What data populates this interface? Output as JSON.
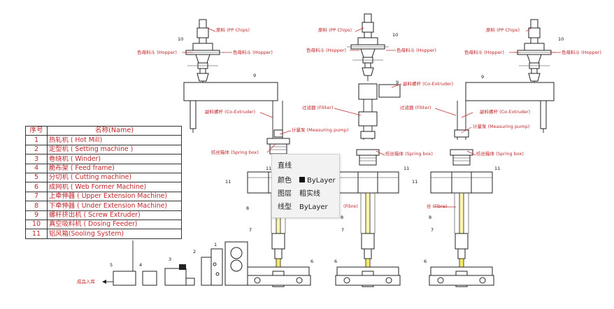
{
  "labels": {
    "pp_chips": "原料 (PP Chips)",
    "hopper_left": "色母料斗 (Hopper)",
    "hopper_right": "色母料斗 (Hopper)",
    "co_extruder": "副料螺杆 (Co-Extruder)",
    "filter": "过滤器 (Filiter)",
    "measuring_pump": "计量泵 (Measuring pump)",
    "spring_box": "纺丝箱体 (Spring box)",
    "fibre": "丝 (Fibre)",
    "fibre_partial": "(Fibre)",
    "product": "成品入库"
  },
  "callouts": {
    "n1": "1",
    "n2": "2",
    "n3": "3",
    "n4": "4",
    "n5": "5",
    "n6": "6",
    "n7": "7",
    "n8": "8",
    "n9": "9",
    "n10": "10",
    "n11": "11"
  },
  "table": {
    "header_no": "序号",
    "header_name": "名称(Name)",
    "rows": [
      {
        "no": "1",
        "name": "热轧机 ( Hot Mill)"
      },
      {
        "no": "2",
        "name": "定型机 ( Setting machine )"
      },
      {
        "no": "3",
        "name": "卷绕机 ( Winder)"
      },
      {
        "no": "4",
        "name": "脆布架 ( Feed frame)"
      },
      {
        "no": "5",
        "name": "分切机 ( Cutting machine)"
      },
      {
        "no": "6",
        "name": "成网机 ( Web Former Machine)"
      },
      {
        "no": "7",
        "name": "上牵伸器 ( Upper Extension Machine)"
      },
      {
        "no": "8",
        "name": "下牵伸器 ( Under Extension Machine)"
      },
      {
        "no": "9",
        "name": "螺杆挤出机 ( Screw Extruder)"
      },
      {
        "no": "10",
        "name": "真空吸料机 ( Dosing Feeder)"
      },
      {
        "no": "11",
        "name": "铝风箱(Sooling System)"
      }
    ]
  },
  "tooltip": {
    "title": "直线",
    "color_key": "颜色",
    "color_value": "ByLayer",
    "layer_key": "图层",
    "layer_value": "粗实线",
    "linetype_key": "线型",
    "linetype_value": "ByLayer"
  },
  "colors": {
    "annotation": "#c0262a",
    "line": "#222222",
    "fibre": "#f3e96a",
    "tooltip_bg": "#f2f2f2"
  }
}
